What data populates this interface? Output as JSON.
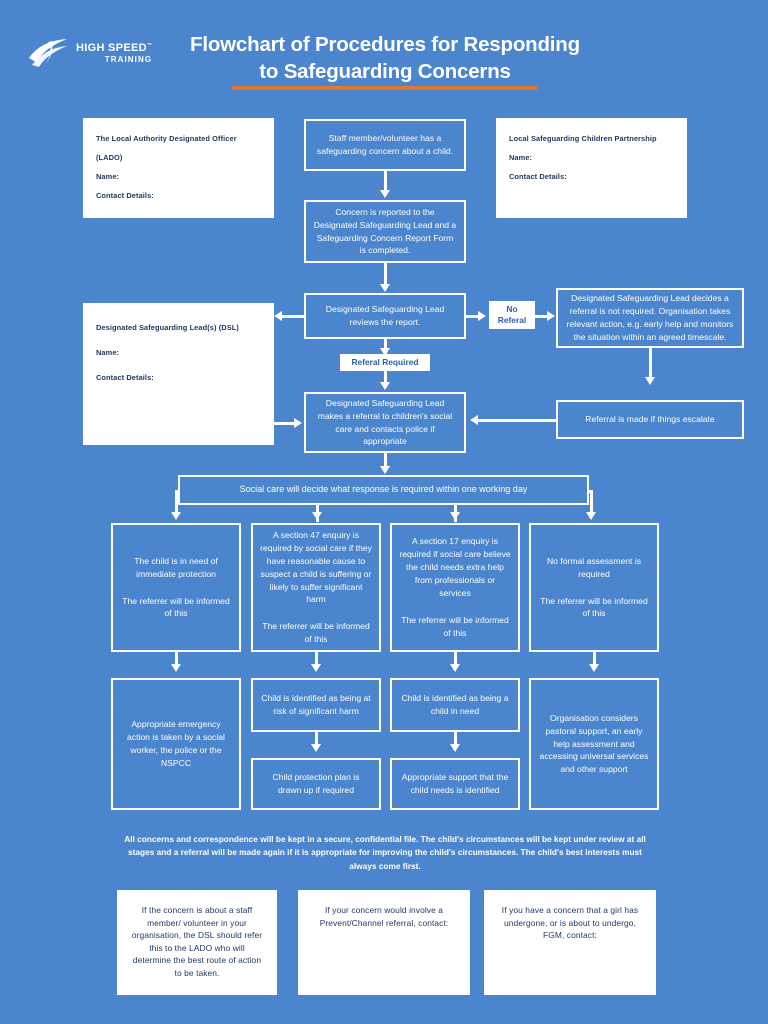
{
  "brand": {
    "name_line1": "HIGH SPEED",
    "name_line2": "TRAINING",
    "trademark": "™"
  },
  "header": {
    "title_line1": "Flowchart of Procedures for Responding",
    "title_line2": "to Safeguarding Concerns",
    "accent_color": "#e8762c",
    "background_color": "#4a85ce"
  },
  "contact_cards": {
    "lado": {
      "heading": "The Local Authority Designated Officer (LADO)",
      "name_label": "Name:",
      "contact_label": "Contact Details:"
    },
    "lscp": {
      "heading": "Local Safeguarding Children Partnership",
      "name_label": "Name:",
      "contact_label": "Contact Details:"
    },
    "dsl": {
      "heading": "Designated Safeguarding Lead(s) (DSL)",
      "name_label": "Name:",
      "contact_label": "Contact Details:"
    }
  },
  "flow": {
    "concern_raised": "Staff member/volunteer has a safeguarding concern about a child.",
    "concern_reported": "Concern is reported to the Designated Safeguarding Lead and a Safeguarding Concern Report Form is completed.",
    "dsl_reviews": "Designated Safeguarding Lead reviews the report.",
    "no_referral_tag": "No Referal",
    "referral_required_tag": "Referal Required",
    "no_referral_outcome": "Designated Safeguarding Lead decides a referral is not required. Organisation takes relevant action, e.g. early help and monitors the situation within an agreed timescale.",
    "escalate": "Referral is made if things escalate",
    "dsl_refers": "Designated Safeguarding Lead makes a referral to children's social care and contacts police if appropriate",
    "social_care_decision": "Social care will decide what response is required within one working day"
  },
  "responses": [
    {
      "main": "The child is in need of immediate protection",
      "referrer": "The referrer will be informed of this",
      "outcome": "Appropriate emergency action is taken by a social worker, the police or the NSPCC",
      "followup": null
    },
    {
      "main": "A section 47 enquiry is required by social care if they have reasonable cause to suspect a child is suffering or likely to suffer significant harm",
      "referrer": "The referrer will be informed of this",
      "outcome": "Child is identified as being at risk of significant harm",
      "followup": "Child protection plan is drawn up if required"
    },
    {
      "main": "A section 17 enquiry is required if social care believe the child needs extra help from professionals or services",
      "referrer": "The referrer will be informed of this",
      "outcome": "Child is identified as being a child in need",
      "followup": "Appropriate support that the child needs is identified"
    },
    {
      "main": "No formal assessment is required",
      "referrer": "The referrer will be informed of this",
      "outcome": "Organisation considers pastoral support, an early help assessment and accessing universal services and other support",
      "followup": null
    }
  ],
  "footer_note": "All concerns and correspondence will be kept in a secure, confidential file. The child's circumstances will be kept under review at all stages and a referral will be made again if it is appropriate for improving the child's circumstances. The child's best interests must always come first.",
  "footer_cards": [
    {
      "text": "If the concern is about a staff member/ volunteer in your organisation, the DSL should refer this to the LADO who will determine the best route of action to be taken."
    },
    {
      "text": "If your concern would involve a Prevent/Channel referral, contact:"
    },
    {
      "text": "If you have a concern that a girl has undergone, or is about to undergo, FGM, contact:"
    }
  ]
}
